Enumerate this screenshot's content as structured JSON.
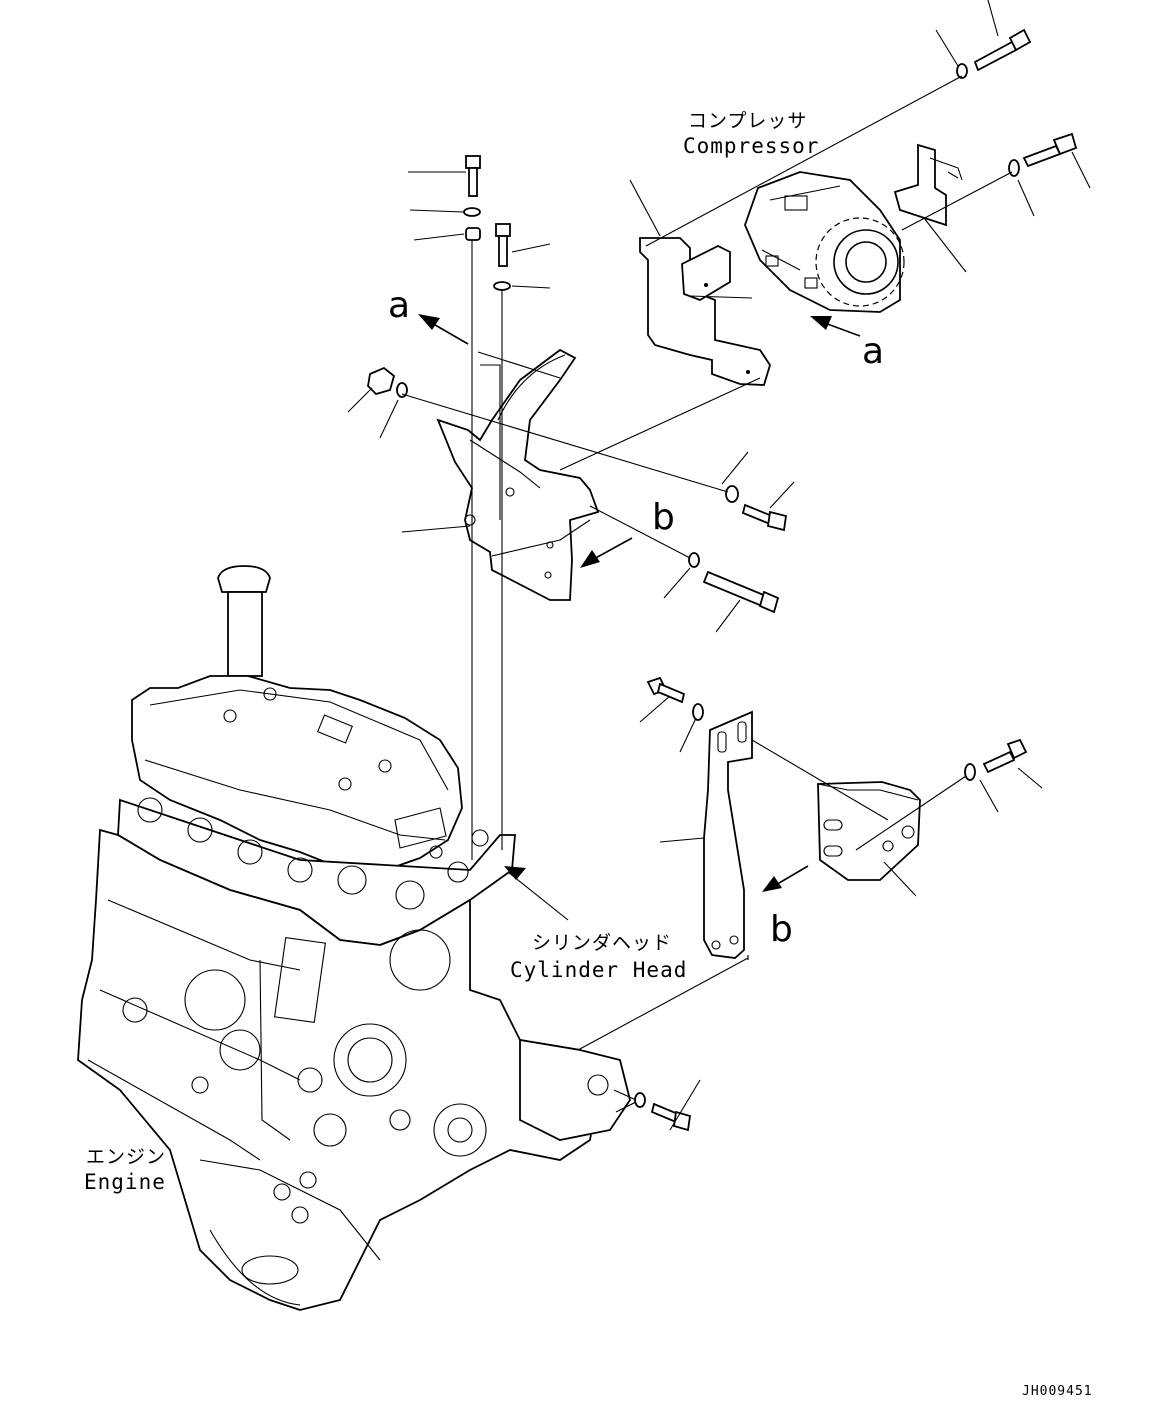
{
  "labels": {
    "compressor_jp": "コンプレッサ",
    "compressor_en": "Compressor",
    "cylinder_head_jp": "シリンダヘッド",
    "cylinder_head_en": "Cylinder Head",
    "engine_jp": "エンジン",
    "engine_en": "Engine",
    "ref_a_left": "a",
    "ref_a_right": "a",
    "ref_b_upper": "b",
    "ref_b_lower": "b",
    "drawing_code": "JH009451"
  },
  "colors": {
    "line": "#000000",
    "background": "#ffffff"
  }
}
